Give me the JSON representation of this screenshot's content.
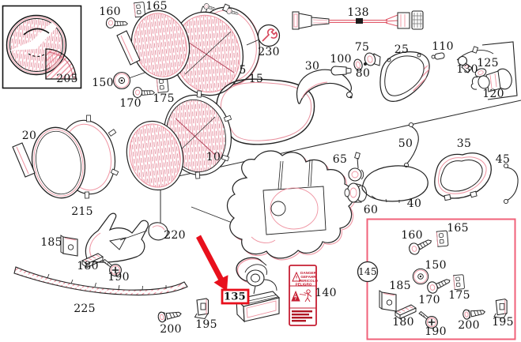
{
  "diagram": {
    "description": "Exploded parts diagram of a headlamp assembly with numbered callouts",
    "highlighted_part": "135",
    "highlight_style": "red arrow pointing to red-boxed part number"
  },
  "colors": {
    "line_black": "#1c1c1c",
    "line_pink": "#ef94a2",
    "hatch_pink": "#f0a3b0",
    "highlight_red": "#e8101c",
    "kit_box_pink": "#f0627a",
    "warning_red": "#c61f33"
  },
  "part_labels": {
    "inset": {
      "p205": "205"
    },
    "top_left_fasteners": {
      "p160": "160",
      "p165": "165",
      "p150": "150",
      "p170": "170",
      "p175": "175"
    },
    "upper_assembly": {
      "p5": "5",
      "p15": "15",
      "p230": "230",
      "p138": "138"
    },
    "parts_row": {
      "p30": "30",
      "p100": "100",
      "p80": "80",
      "p75": "75",
      "p25": "25",
      "p110": "110",
      "p130": "130",
      "p125": "125",
      "p120": "120"
    },
    "lower_assembly": {
      "p20": "20",
      "p10": "10"
    },
    "center_parts": {
      "p65": "65",
      "p60": "60",
      "p50": "50",
      "p35": "35",
      "p45": "45",
      "p40": "40"
    },
    "bottom_left": {
      "p215": "215",
      "p185": "185",
      "p180": "180",
      "p190": "190",
      "p220": "220",
      "p225": "225",
      "p200": "200",
      "p195": "195"
    },
    "highlight": {
      "p135": "135",
      "p140": "140"
    },
    "fastener_kit_box": {
      "p145": "145",
      "p160": "160",
      "p165": "165",
      "p150": "150",
      "p170": "170",
      "p175": "175",
      "p185": "185",
      "p180": "180",
      "p190": "190",
      "p200": "200",
      "p195": "195"
    }
  },
  "warning_label": {
    "line1": "DANGER",
    "line2": "GEFAHR",
    "line3": "PERICOLO",
    "line4": "PELIGRO"
  }
}
